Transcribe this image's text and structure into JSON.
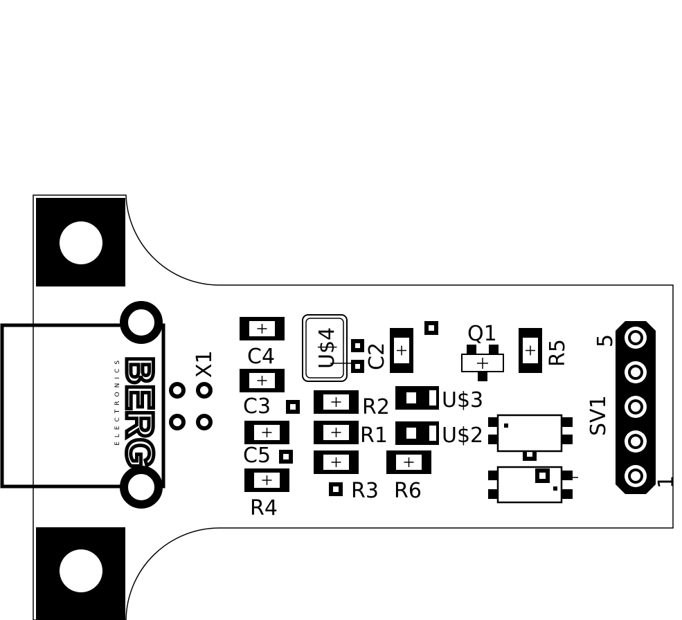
{
  "pcb": {
    "colors": {
      "copper": "#000000",
      "silk": "#000000",
      "board": "#ffffff"
    },
    "connector": {
      "ref": "X1",
      "logo_text": "BERG",
      "logo_subtext": "ELECTRONICS"
    },
    "components": {
      "c4": "C4",
      "c3": "C3",
      "c5": "C5",
      "r4": "R4",
      "us4": "U$4",
      "c2": "C2",
      "r2": "R2",
      "r1": "R1",
      "r3": "R3",
      "r6": "R6",
      "us3": "U$3",
      "us2": "U$2",
      "q1": "Q1",
      "r5": "R5"
    },
    "header": {
      "ref": "SV1",
      "pin_first": "1",
      "pin_last": "5"
    }
  }
}
